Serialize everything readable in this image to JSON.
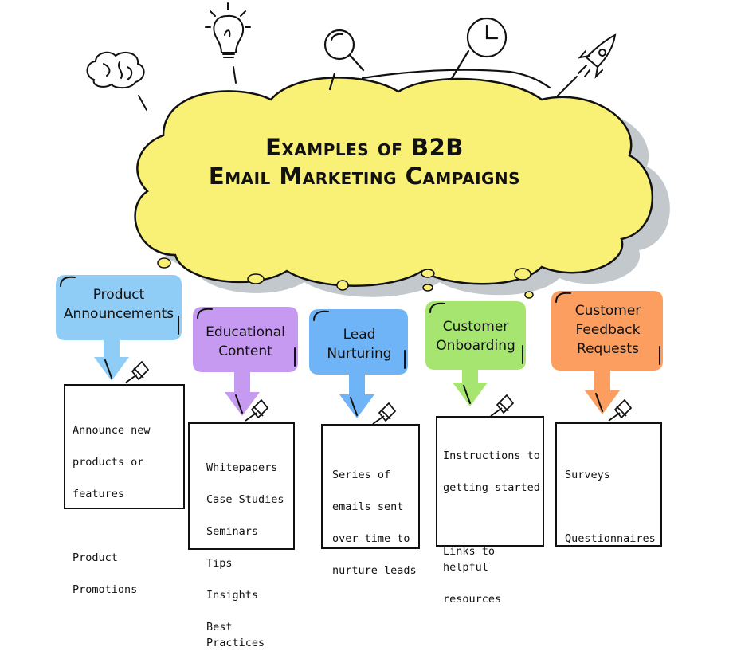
{
  "title": {
    "line1": "Examples of B2B",
    "line2": "Email Marketing Campaigns"
  },
  "icons": [
    "brain-icon",
    "lightbulb-icon",
    "magnifier-icon",
    "clock-icon",
    "rocket-icon"
  ],
  "colors": {
    "cloud": "#f9f076",
    "cloud_shadow": "#c3c8cc",
    "outline": "#111111"
  },
  "campaigns": [
    {
      "label_lines": [
        "Product",
        "Announcements"
      ],
      "color": "#8fcdf7",
      "items": [
        "Announce new",
        "products or",
        "features",
        "",
        "Product",
        "Promotions"
      ]
    },
    {
      "label_lines": [
        "Educational",
        "Content"
      ],
      "color": "#c79af2",
      "items": [
        "Whitepapers",
        "Case Studies",
        "Seminars",
        "Tips",
        "Insights",
        "Best Practices"
      ]
    },
    {
      "label_lines": [
        "Lead",
        "Nurturing"
      ],
      "color": "#6fb4f6",
      "items": [
        "Series of",
        "emails sent",
        "over time to",
        "nurture leads"
      ]
    },
    {
      "label_lines": [
        "Customer",
        "Onboarding"
      ],
      "color": "#a6e56f",
      "items": [
        "Instructions to",
        "getting started",
        "",
        "Links to helpful",
        "resources"
      ]
    },
    {
      "label_lines": [
        "Customer",
        "Feedback",
        "Requests"
      ],
      "color": "#fb9e5f",
      "items": [
        "Surveys",
        "",
        "Questionnaires"
      ]
    }
  ]
}
